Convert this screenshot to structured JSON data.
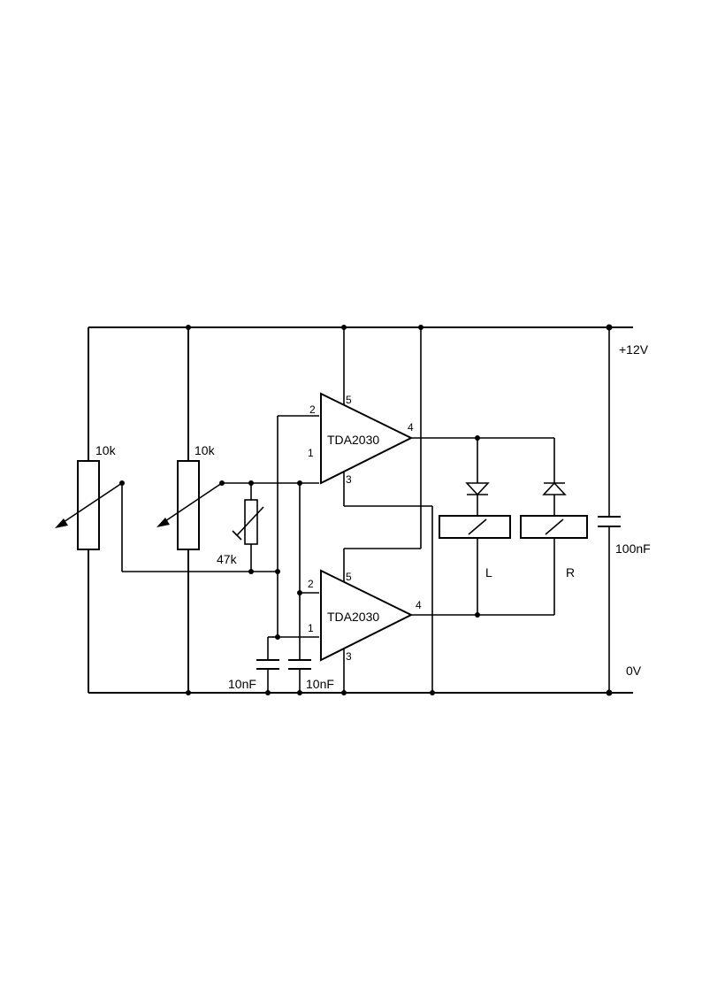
{
  "supply": {
    "positive_label": "+12V",
    "ground_label": "0V"
  },
  "components": {
    "pot_left": {
      "value": "10k"
    },
    "pot_right": {
      "value": "10k"
    },
    "trimmer": {
      "value": "47k"
    },
    "cap_left": {
      "value": "10nF"
    },
    "cap_right": {
      "value": "10nF"
    },
    "decoupling_cap": {
      "value": "100nF"
    },
    "amp_top": {
      "part": "TDA2030",
      "pins": {
        "p2": "2",
        "p1": "1",
        "p3": "3",
        "p4": "4",
        "p5": "5"
      }
    },
    "amp_bottom": {
      "part": "TDA2030",
      "pins": {
        "p2": "2",
        "p1": "1",
        "p3": "3",
        "p4": "4",
        "p5": "5"
      }
    },
    "relay_left": {
      "label": "L"
    },
    "relay_right": {
      "label": "R"
    }
  }
}
